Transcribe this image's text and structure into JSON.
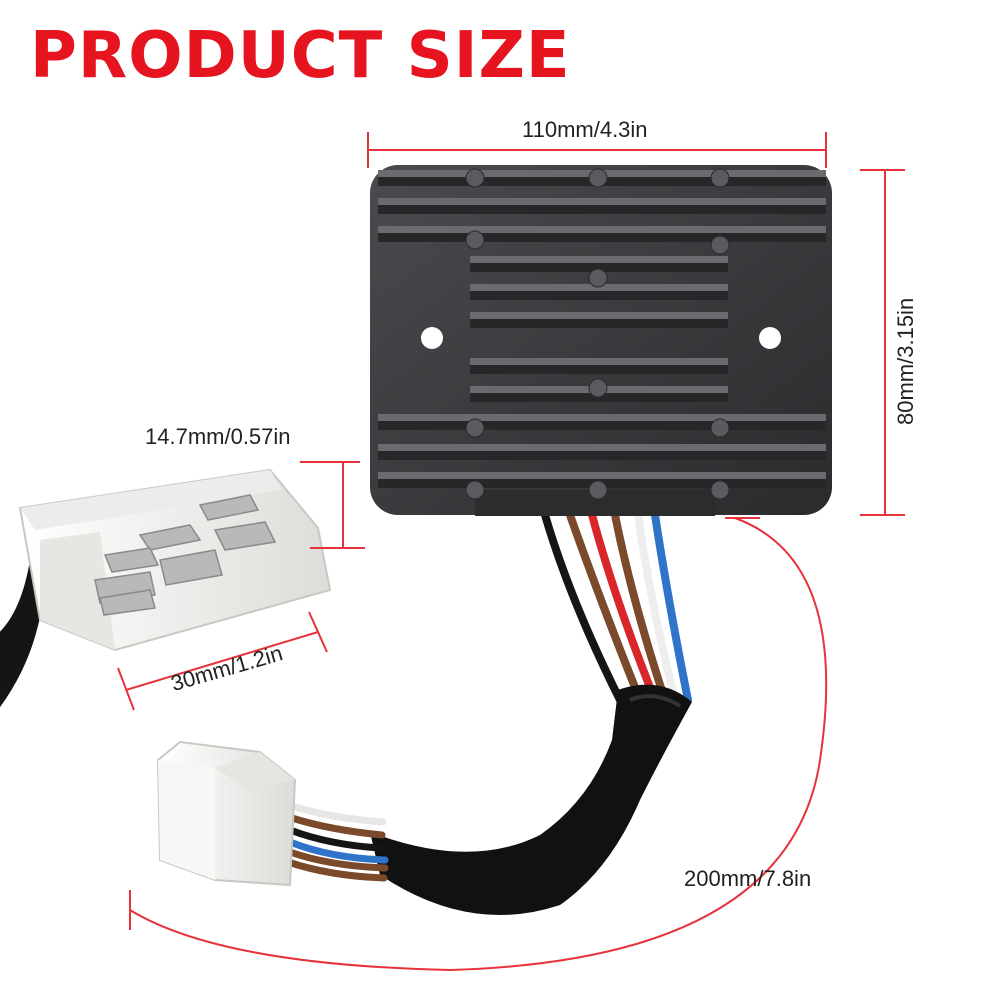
{
  "title": "PRODUCT SIZE",
  "colors": {
    "title": "#e6141e",
    "dimension_line": "#e8323a",
    "heatsink": "#3a3b3d",
    "connector": "#f2f2f0",
    "wire_red": "#d8262a",
    "wire_brown": "#7a4a2a",
    "wire_blue": "#2f74c8",
    "wire_black": "#151515",
    "wire_white": "#fafafa"
  },
  "dimensions": {
    "width": "110mm/4.3in",
    "height": "80mm/3.15in",
    "connector_height": "14.7mm/0.57in",
    "connector_width": "30mm/1.2in",
    "cable_length": "200mm/7.8in"
  },
  "icons": {
    "product": "voltage-regulator-rectifier",
    "plug": "six-pin-connector"
  }
}
